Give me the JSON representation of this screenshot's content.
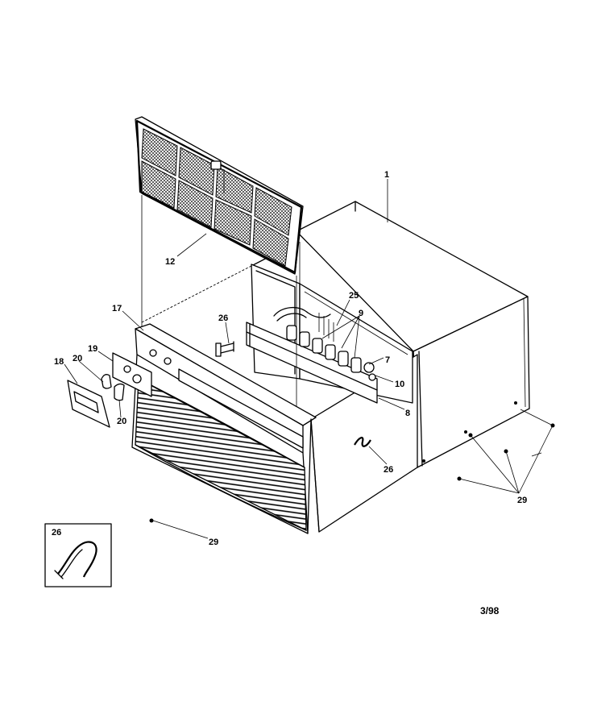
{
  "callouts": {
    "c1": "1",
    "c7": "7",
    "c8": "8",
    "c9": "9",
    "c10": "10",
    "c12": "12",
    "c17": "17",
    "c18": "18",
    "c19": "19",
    "c20a": "20",
    "c20b": "20",
    "c25": "25",
    "c26a": "26",
    "c26b": "26",
    "c26inset": "26",
    "c29a": "29",
    "c29b": "29"
  },
  "date_code": "3/98"
}
